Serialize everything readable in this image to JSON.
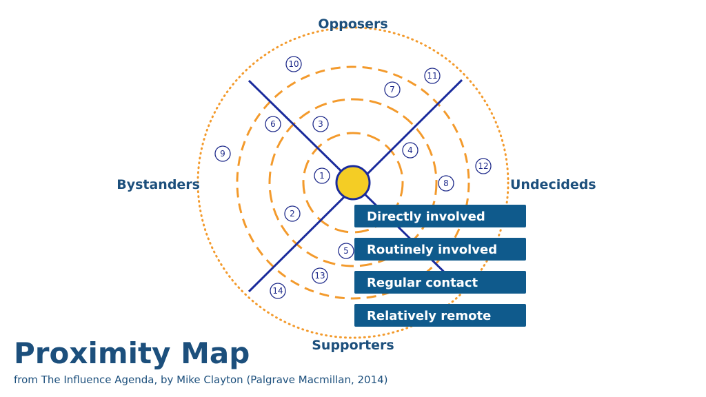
{
  "title": "Proximity Map",
  "subtitle": "from The Influence Agenda, by Mike Clayton  (Palgrave Macmillan, 2014)",
  "colors": {
    "ring": "#f39a2c",
    "axis": "#1a2b9c",
    "center": "#f4cd25",
    "legend_bg": "#0f5a8c",
    "label": "#1c4f7c"
  },
  "quadrants": {
    "top": "Opposers",
    "left": "Bystanders",
    "right": "Undecideds",
    "bottom": "Supporters"
  },
  "legend": [
    "Directly involved",
    "Routinely involved",
    "Regular contact",
    "Relatively remote"
  ],
  "markers": [
    "1",
    "2",
    "3",
    "4",
    "5",
    "6",
    "7",
    "8",
    "9",
    "10",
    "11",
    "12",
    "13",
    "14"
  ]
}
